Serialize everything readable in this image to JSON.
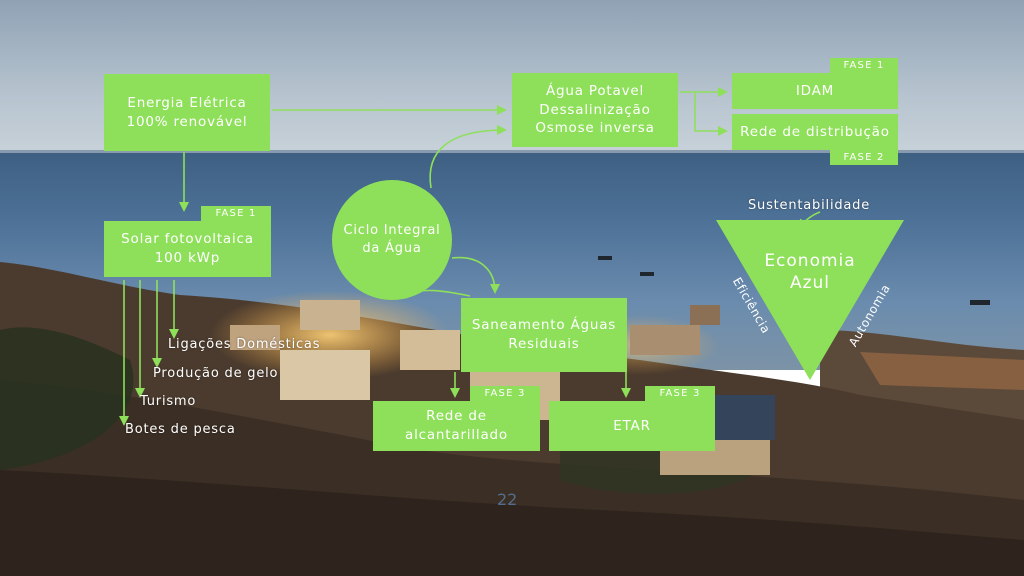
{
  "energy": {
    "main": "Energia Elétrica\n100% renovável",
    "solar": "Solar fotovoltaica\n100 kWp",
    "solar_phase": "FASE 1",
    "uses": [
      "Ligações Domésticas",
      "Produção de gelo",
      "Turismo",
      "Botes de pesca"
    ]
  },
  "water": {
    "potable": "Água Potavel\nDessalinização\nOsmose inversa",
    "idam": "IDAM",
    "idam_phase": "FASE 1",
    "distribution": "Rede de distribução",
    "distribution_phase": "FASE 2",
    "cycle": "Ciclo Integral\nda Água",
    "sanitation": "Saneamento Águas\nResiduais",
    "sewer": "Rede de\nalcantarillado",
    "sewer_phase": "FASE 3",
    "etar": "ETAR",
    "etar_phase": "FASE 3"
  },
  "economy": {
    "title": "Economia\nAzul",
    "top": "Sustentabilidade",
    "left": "Eficiência",
    "right": "Autonomia"
  },
  "page_number": "22",
  "colors": {
    "accent": "#8ee05a",
    "arrow": "#8ee05a",
    "text": "#ffffff"
  }
}
